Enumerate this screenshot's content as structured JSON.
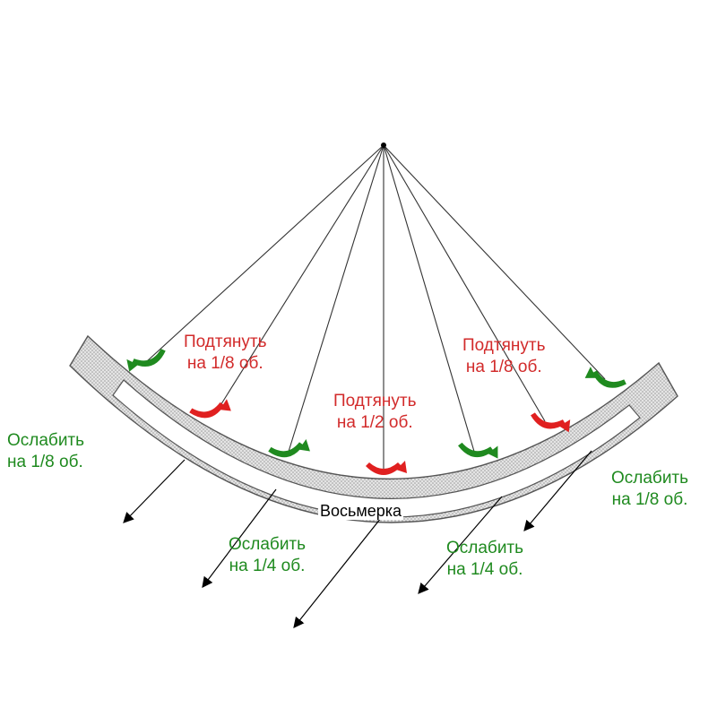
{
  "rim_label": "Восьмерка",
  "colors": {
    "tighten": "#e02020",
    "loosen": "#1f8a1f",
    "rim_fill": "#d8d8d8",
    "rim_stroke": "#555555",
    "spoke": "#333333"
  },
  "labels": {
    "tighten_left": {
      "line1": "Подтянуть",
      "line2": "на 1/8 об."
    },
    "tighten_center": {
      "line1": "Подтянуть",
      "line2": "на 1/2 об."
    },
    "tighten_right": {
      "line1": "Подтянуть",
      "line2": "на 1/8 об."
    },
    "loosen_far_left": {
      "line1": "Ослабить",
      "line2": "на 1/8 об."
    },
    "loosen_mid_left": {
      "line1": "Ослабить",
      "line2": "на 1/4 об."
    },
    "loosen_mid_right": {
      "line1": "Ослабить",
      "line2": "на 1/4 об."
    },
    "loosen_far_right": {
      "line1": "Ослабить",
      "line2": "на 1/8 об."
    }
  },
  "icons": {
    "tighten_arrow": "curved-arrow-red-icon",
    "loosen_arrow": "curved-arrow-green-icon",
    "loosen_direction": "straight-arrow-icon"
  }
}
